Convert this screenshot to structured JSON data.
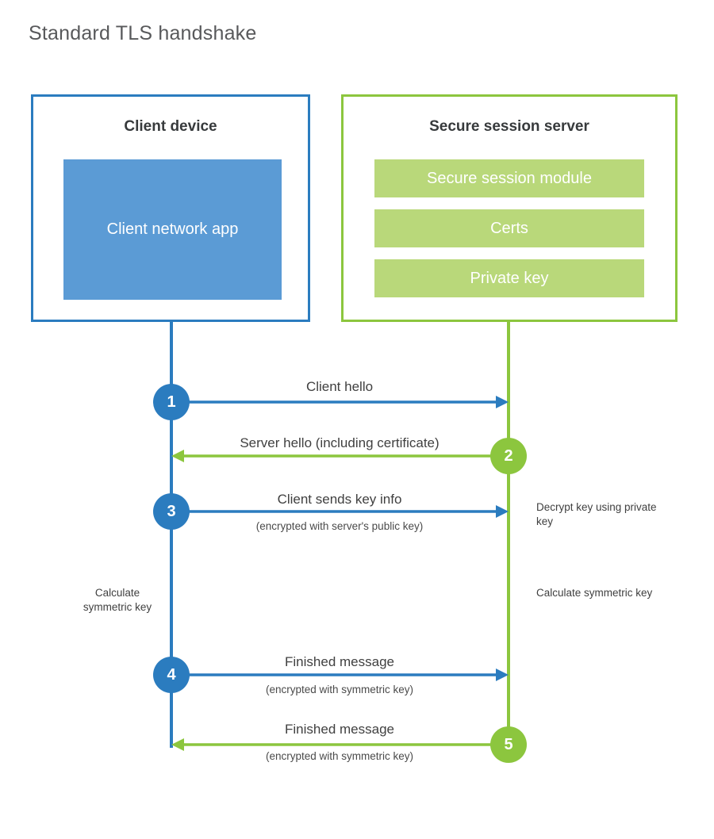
{
  "title": "Standard TLS handshake",
  "colors": {
    "client_accent": "#2b7cbf",
    "client_app_fill": "#5b9bd5",
    "server_accent": "#8cc63e",
    "server_bar_fill": "#b9d87a",
    "text": "#404040",
    "title_text": "#58595b"
  },
  "client": {
    "title": "Client device",
    "app_label": "Client network app"
  },
  "server": {
    "title": "Secure session server",
    "components": [
      {
        "label": "Secure session module"
      },
      {
        "label": "Certs"
      },
      {
        "label": "Private key"
      }
    ]
  },
  "steps": [
    {
      "number": "1",
      "origin": "client",
      "direction": "client-to-server",
      "label": "Client hello",
      "sublabel": ""
    },
    {
      "number": "2",
      "origin": "server",
      "direction": "server-to-client",
      "label": "Server hello (including certificate)",
      "sublabel": ""
    },
    {
      "number": "3",
      "origin": "client",
      "direction": "client-to-server",
      "label": "Client sends key info",
      "sublabel": "(encrypted with server's public key)"
    },
    {
      "number": "4",
      "origin": "client",
      "direction": "client-to-server",
      "label": "Finished message",
      "sublabel": "(encrypted with symmetric key)"
    },
    {
      "number": "5",
      "origin": "server",
      "direction": "server-to-client",
      "label": "Finished message",
      "sublabel": "(encrypted with symmetric key)"
    }
  ],
  "annotations": {
    "decrypt_key": "Decrypt key using private key",
    "calculate_symmetric_key_client": "Calculate symmetric key",
    "calculate_symmetric_key_server": "Calculate symmetric key"
  }
}
